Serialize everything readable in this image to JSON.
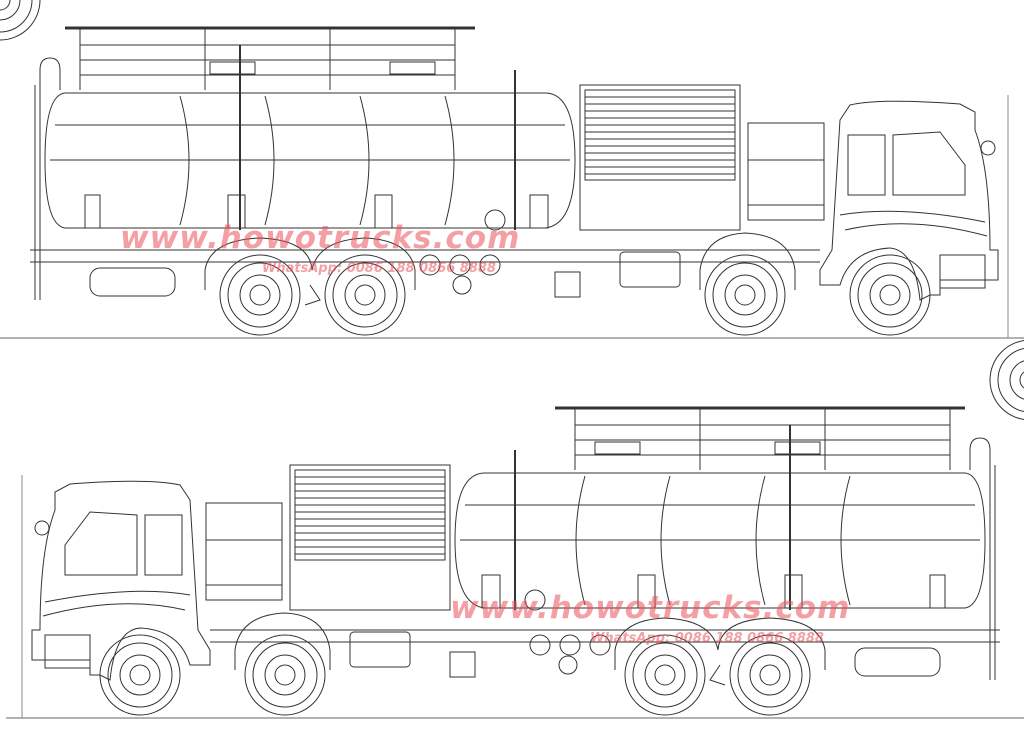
{
  "watermark": {
    "url": "www.howotrucks.com",
    "whatsapp": "WhatsApp: 0086 188 0866 8888",
    "color": "#eb505a"
  },
  "views": [
    "side-view-cab-right",
    "side-view-cab-left"
  ]
}
